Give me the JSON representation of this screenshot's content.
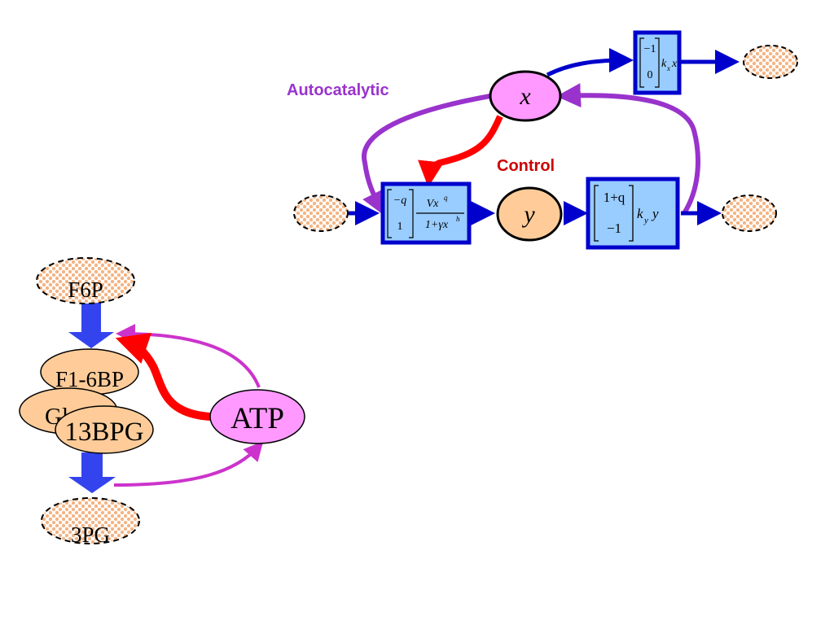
{
  "colors": {
    "blue_arrow": "#0000cc",
    "purple_arrow": "#9933cc",
    "magenta_arrow": "#cc33cc",
    "red_arrow": "#ff0000",
    "box_fill": "#99ccff",
    "box_stroke": "#0000cc",
    "pink_node": "#ff99ff",
    "orange_node": "#ffcc99",
    "pool_fill": "#ffcc99",
    "label_purple": "#9933cc",
    "label_red": "#cc0000",
    "glyc_block_arrow": "#3344ee"
  },
  "top_diagram": {
    "label_autocatalytic": "Autocatalytic",
    "label_control": "Control",
    "node_x": "x",
    "node_y": "y",
    "box_out_x": {
      "vector_top": "−1",
      "vector_bottom": "0",
      "rate": "k",
      "rate_sub": "x",
      "var": "x"
    },
    "box_production": {
      "vector_top": "−q",
      "vector_bottom": "1",
      "numerator": "Vx",
      "numerator_sup": "q",
      "denominator": "1+γx",
      "denominator_sup": "h"
    },
    "box_out_y": {
      "vector_top": "1+q",
      "vector_bottom": "−1",
      "rate": "k",
      "rate_sub": "y",
      "var": "y"
    }
  },
  "glycolysis_diagram": {
    "f6p": "F6P",
    "f16bp": "F1-6BP",
    "gly3": "Gly3",
    "bpg13": "13BPG",
    "atp": "ATP",
    "pg3": "3PG"
  }
}
